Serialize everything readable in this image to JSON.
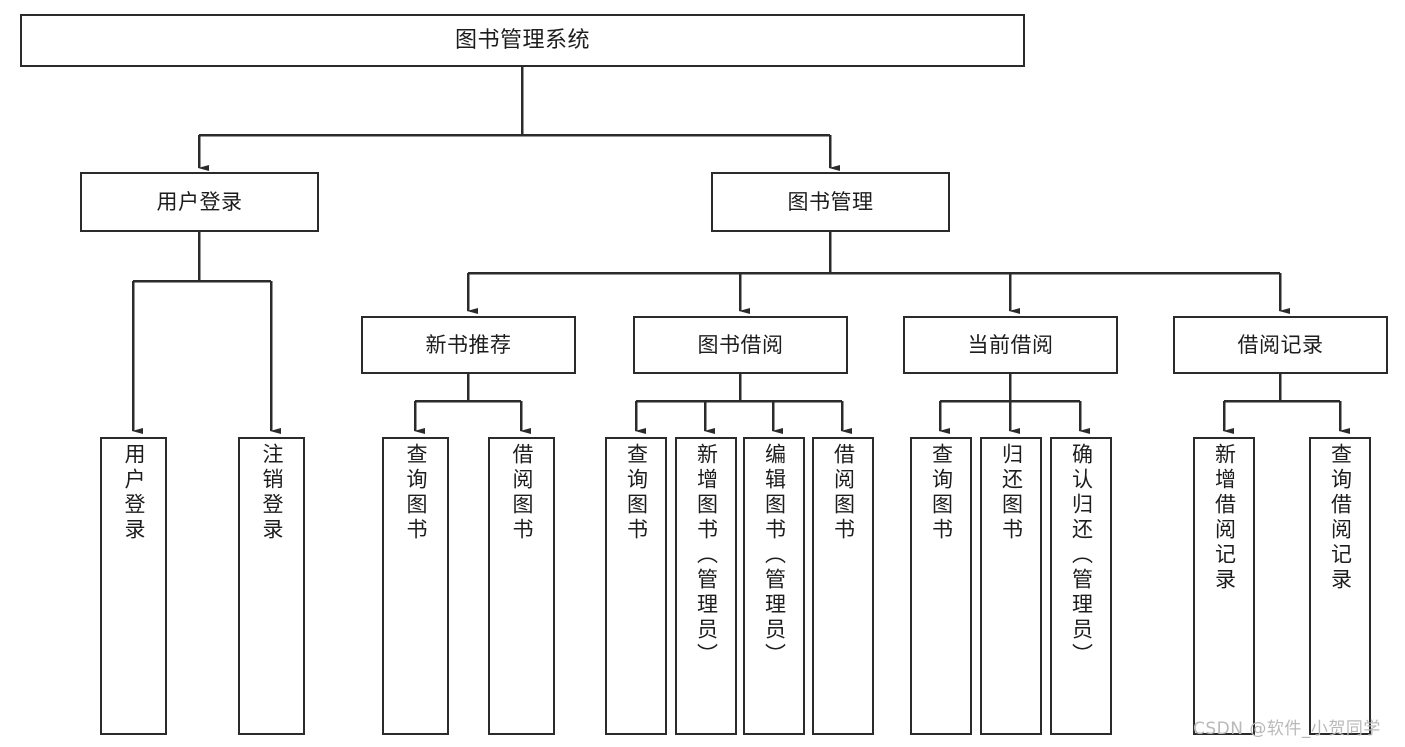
{
  "diagram": {
    "type": "tree-hierarchy-chart",
    "title": "图书管理系统",
    "orientation": "top-down",
    "colors": {
      "box_border": "#2b2b2b",
      "box_fill": "#ffffff",
      "edge": "#2b2b2b",
      "text": "#1d1d1d",
      "background": "#ffffff",
      "watermark": "#b9b9b9"
    }
  },
  "nodes": {
    "root": {
      "label": "图书管理系统"
    },
    "level2": [
      {
        "label": "用户登录"
      },
      {
        "label": "图书管理"
      }
    ],
    "level3": [
      {
        "label": "新书推荐"
      },
      {
        "label": "图书借阅"
      },
      {
        "label": "当前借阅"
      },
      {
        "label": "借阅记录"
      }
    ],
    "leaves": {
      "user_login": [
        {
          "label": "用户登录"
        },
        {
          "label": "注销登录"
        }
      ],
      "new_book_recommend": [
        {
          "label": "查询图书"
        },
        {
          "label": "借阅图书"
        }
      ],
      "book_borrow": [
        {
          "label": "查询图书"
        },
        {
          "label": "新增图书（管理员）"
        },
        {
          "label": "编辑图书（管理员）"
        },
        {
          "label": "借阅图书"
        }
      ],
      "current_borrow": [
        {
          "label": "查询图书"
        },
        {
          "label": "归还图书"
        },
        {
          "label": "确认归还（管理员）"
        }
      ],
      "borrow_record": [
        {
          "label": "新增借阅记录"
        },
        {
          "label": "查询借阅记录"
        }
      ]
    }
  },
  "watermark": {
    "text": "CSDN @软件_小贺同学"
  }
}
